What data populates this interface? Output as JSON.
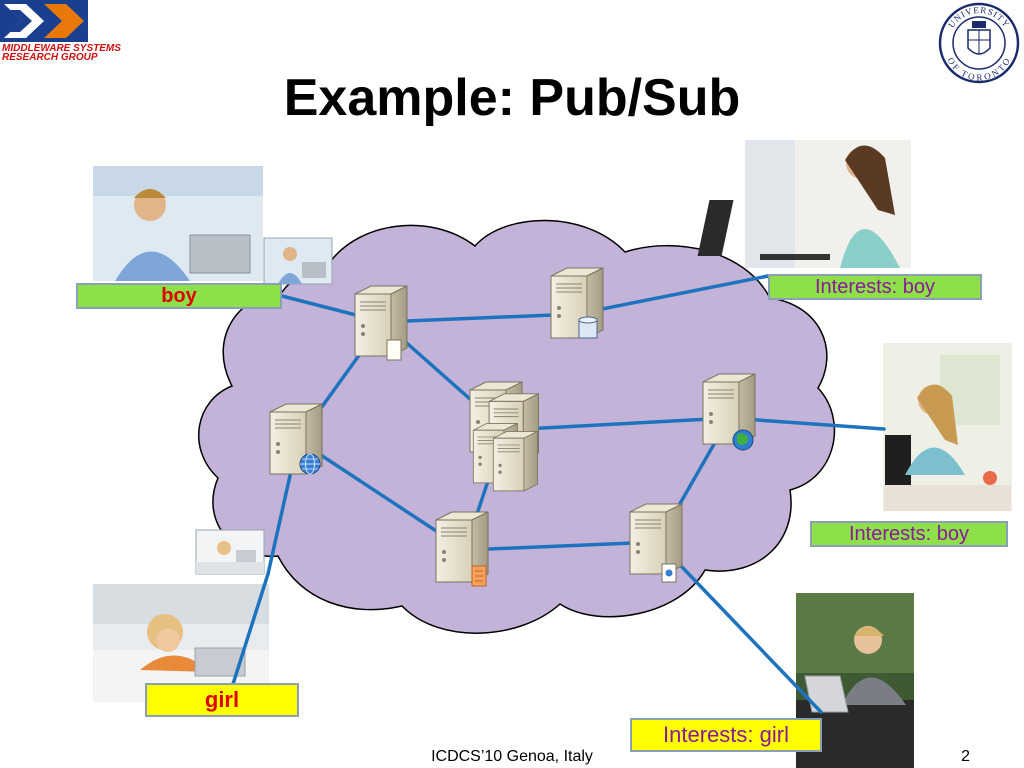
{
  "header": {
    "logo_line1": "MIDDLEWARE SYSTEMS",
    "logo_line2": "RESEARCH GROUP",
    "seal_top_text": "UNIVERSITY",
    "seal_bottom_text": "OF TORONTO"
  },
  "slide": {
    "title": "Example: Pub/Sub"
  },
  "publishers": [
    {
      "label": "boy",
      "photo_icon": "man-at-laptop-photo"
    },
    {
      "label": "girl",
      "photo_icon": "girl-on-bed-photo"
    }
  ],
  "subscribers": [
    {
      "label": "Interests: boy",
      "photo_icon": "woman-at-laptop-photo"
    },
    {
      "label": "Interests: boy",
      "photo_icon": "girl-at-laptop-photo"
    },
    {
      "label": "Interests: girl",
      "photo_icon": "boy-at-laptop-photo"
    }
  ],
  "colors": {
    "cloud_fill": "#c3b3d8",
    "cloud_stroke": "#000000",
    "link": "#1e73be",
    "tag_green": "#8ee04a",
    "tag_yellow": "#ffff00",
    "publisher_text": "#e00000",
    "subscriber_text": "#8a1a9a"
  },
  "footer": {
    "venue": "ICDCS’10 Genoa, Italy",
    "page": "2"
  }
}
